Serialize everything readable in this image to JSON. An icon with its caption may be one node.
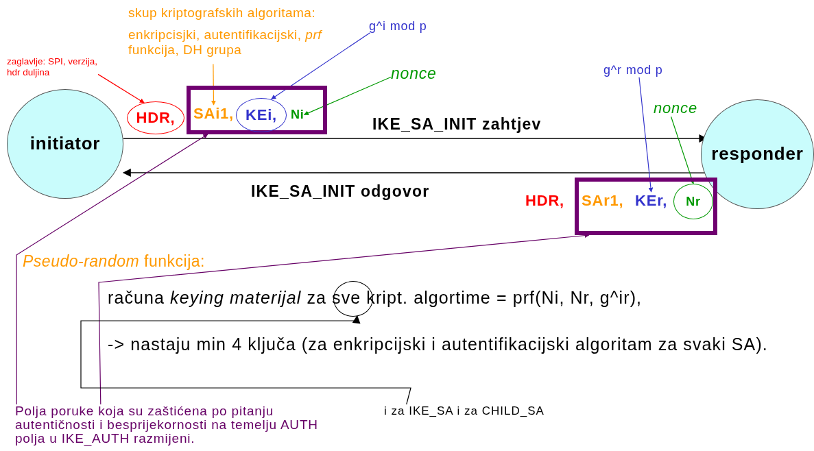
{
  "diagram": {
    "nodes": [
      {
        "text": [
          "initiator"
        ]
      },
      {
        "text": [
          "responder"
        ]
      },
      {
        "text": [
          "zaglavlje: SPI, verzija, hdr duljina"
        ]
      },
      {
        "text": [
          "skup kriptografskih algoritama:",
          "enkripcisjki, autentifikacijski, *prf* funkcija, DH grupa"
        ]
      },
      {
        "text": [
          "g^i mod p"
        ]
      },
      {
        "text": [
          "nonce"
        ]
      },
      {
        "text": [
          "HDR,"
        ]
      },
      {
        "text": [],
        "shape": "box"
      },
      {
        "text": [
          "SAi1,"
        ],
        "in": 7
      },
      {
        "text": [
          "KEi,"
        ],
        "in": 7
      },
      {
        "text": [
          "Ni"
        ],
        "in": 7
      },
      {
        "text": [
          "g^r mod p"
        ]
      },
      {
        "text": [
          "nonce"
        ]
      },
      {
        "text": [
          "HDR,"
        ]
      },
      {
        "text": [],
        "shape": "box"
      },
      {
        "text": [
          "SAr1,"
        ],
        "in": 14
      },
      {
        "text": [
          "KEr,"
        ],
        "in": 14
      },
      {
        "text": [
          "Nr"
        ],
        "in": 14
      },
      {
        "text": [],
        "shape": "circle"
      },
      {
        "text": [
          "Polja poruke koja su zaštićena po pitanju autentičnosti i besprijekornosti na temelju AUTH polja u IKE_AUTH razmijeni."
        ]
      },
      {
        "text": [
          "i za IKE_SA i za CHILD_SA"
        ]
      }
    ],
    "edges": [
      {
        "from": 0,
        "to": 1,
        "arrow": "to",
        "label": "IKE_SA_INIT zahtjev"
      },
      {
        "from": 1,
        "to": 0,
        "arrow": "to",
        "label": "IKE_SA_INIT odgovor"
      },
      {
        "from": 2,
        "to": 6,
        "arrow": "to",
        "color": "#ff0000"
      },
      {
        "from": 3,
        "to": 8,
        "arrow": "to",
        "color": "#ff9900"
      },
      {
        "from": 4,
        "to": 9,
        "arrow": "to",
        "color": "#3333cc"
      },
      {
        "from": 5,
        "to": 10,
        "arrow": "to",
        "color": "#009900"
      },
      {
        "from": 11,
        "to": 16,
        "arrow": "to",
        "color": "#3333cc"
      },
      {
        "from": 12,
        "to": 17,
        "arrow": "to",
        "color": "#009900"
      },
      {
        "from": 19,
        "to": 7,
        "arrow": "to",
        "color": "#660066"
      },
      {
        "from": 19,
        "to": 14,
        "arrow": "to",
        "color": "#660066"
      },
      {
        "from": 20,
        "to": 18,
        "arrow": "to"
      }
    ],
    "labels": [
      "*Pseudo-random* funkcija:",
      "računa *keying materijal* za sve kript. algortime = prf(Ni, Nr, g^ir),",
      "-> nastaju min 4 ključa (za enkripcijski i autentifikacijski algoritam za svaki SA)."
    ]
  }
}
